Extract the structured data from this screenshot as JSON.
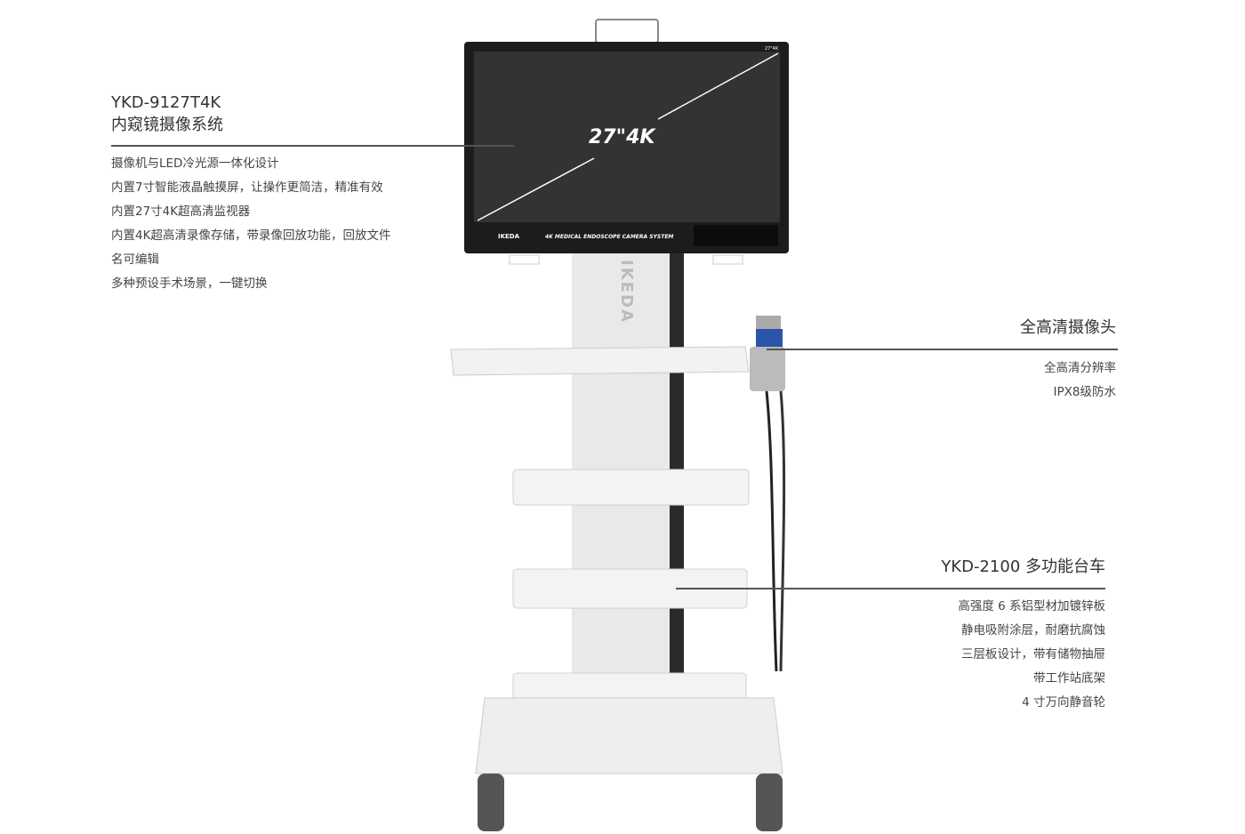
{
  "monitor": {
    "size_badge": "27\"4K",
    "screen_text": "27\"4K",
    "brand": "IKEDA",
    "system_label": "4K MEDICAL ENDOSCOPE CAMERA SYSTEM"
  },
  "cart_brand": "IKEDA",
  "left_panel": {
    "model": "YKD-9127T4K",
    "name": "内窥镜摄像系统",
    "features": [
      "摄像机与LED冷光源一体化设计",
      "内置7寸智能液晶触摸屏，让操作更简洁，精准有效",
      "内置27寸4K超高清监视器",
      "内置4K超高清录像存储，带录像回放功能，回放文件",
      "名可编辑",
      "多种预设手术场景，一键切换"
    ]
  },
  "camera_panel": {
    "name": "全高清摄像头",
    "features": [
      "全高清分辨率",
      "IPX8级防水"
    ]
  },
  "cart_panel": {
    "name": "YKD-2100 多功能台车",
    "features": [
      "高强度 6 系铝型材加镀锌板",
      "静电吸附涂层，耐磨抗腐蚀",
      "三层板设计，带有储物抽屉",
      "带工作站底架",
      "4 寸万向静音轮"
    ]
  }
}
